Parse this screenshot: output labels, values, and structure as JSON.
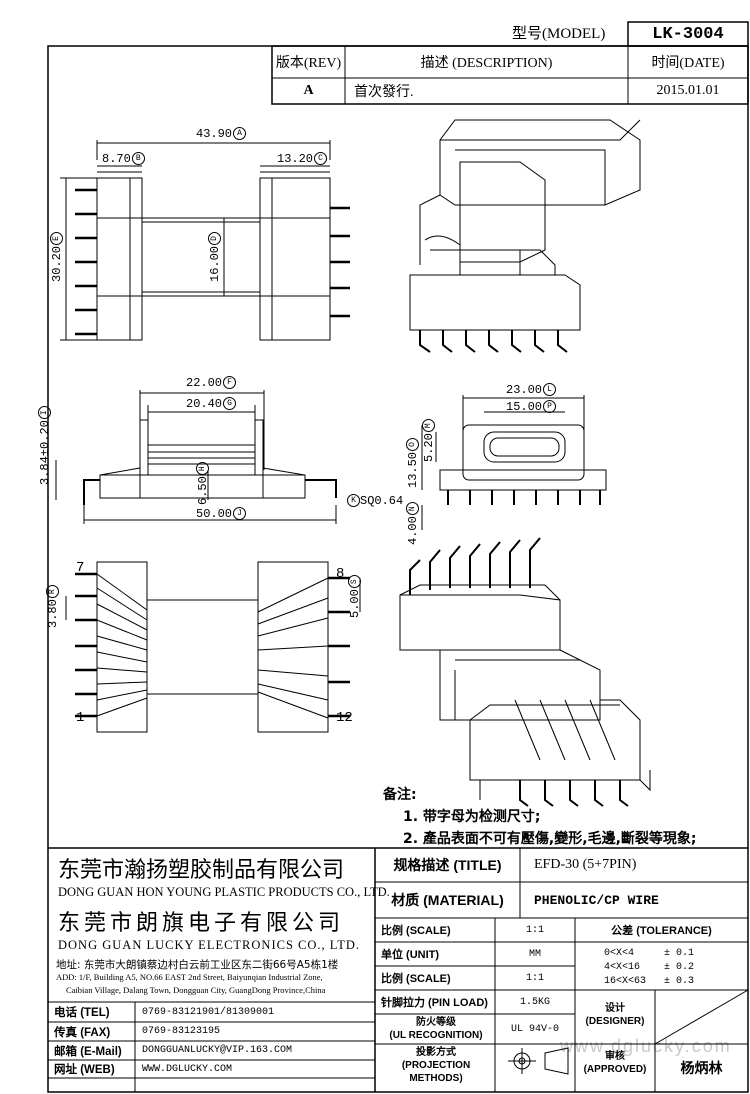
{
  "header": {
    "model_label": "型号(MODEL)",
    "model_value": "LK-3004"
  },
  "revision_table": {
    "col_rev": "版本(REV)",
    "col_desc": "描述 (DESCRIPTION)",
    "col_date": "时间(DATE)",
    "rev": "A",
    "desc": "首次發行.",
    "date": "2015.01.01"
  },
  "dimensions": {
    "top_view": {
      "width": "43.90",
      "width_tag": "A",
      "left": "8.70",
      "left_tag": "B",
      "right": "13.20",
      "right_tag": "C",
      "height": "30.20",
      "height_tag": "E",
      "inner": "16.00",
      "inner_tag": "D"
    },
    "side_view": {
      "outer": "22.00",
      "outer_tag": "F",
      "inner": "20.40",
      "inner_tag": "G",
      "height": "3.84±0.20",
      "height_tag": "I",
      "core": "6.50",
      "core_tag": "H",
      "pin": "SQ0.64",
      "pin_tag": "K",
      "total": "50.00",
      "total_tag": "J"
    },
    "end_view": {
      "outer": "23.00",
      "outer_tag": "L",
      "inner": "15.00",
      "inner_tag": "P",
      "height": "13.50",
      "height_tag": "O",
      "window": "5.20",
      "window_tag": "M",
      "pin": "4.00",
      "pin_tag": "N"
    },
    "bottom_view": {
      "pitch": "3.80",
      "pitch_tag": "R",
      "pitch2": "5.00",
      "pitch2_tag": "S",
      "pin7": "7",
      "pin8": "8",
      "pin1": "1",
      "pin12": "12"
    }
  },
  "notes": {
    "title": "备注:",
    "line1": "1. 带字母为检测尺寸;",
    "line2": "2. 產品表面不可有壓傷,變形,毛邊,斷裂等現象;"
  },
  "company": {
    "name1_cn": "东莞市瀚扬塑胶制品有限公司",
    "name1_en": "DONG GUAN HON YOUNG PLASTIC PRODUCTS CO., LTD.",
    "name2_cn": "东莞市朗旗电子有限公司",
    "name2_en": "DONG GUAN LUCKY ELECTRONICS CO., LTD.",
    "addr_cn": "地址: 东莞市大朗镇蔡边村白云前工业区东二街66号A5栋1楼",
    "addr_en1": "ADD: 1/F, Building A5, NO.66 EAST 2nd Street, Baiyunqian Industrial Zone,",
    "addr_en2": "Caibian Village, Dalang Town, Dongguan City, GuangDong Province,China"
  },
  "contact": {
    "tel_label": "电话 (TEL)",
    "tel": "0769-83121901/81309001",
    "fax_label": "传真 (FAX)",
    "fax": "0769-83123195",
    "mail_label": "邮箱 (E-Mail)",
    "mail": "DONGGUANLUCKY@VIP.163.COM",
    "web_label": "网址 (WEB)",
    "web": "WWW.DGLUCKY.COM"
  },
  "spec": {
    "title_label": "规格描述 (TITLE)",
    "title_value": "EFD-30 (5+7PIN)",
    "material_label": "材质 (MATERIAL)",
    "material_value": "PHENOLIC/CP WIRE",
    "scale_label": "比例 (SCALE)",
    "scale_value": "1:1",
    "tolerance_label": "公差 (TOLERANCE)",
    "unit_label": "单位 (UNIT)",
    "unit_value": "MM",
    "tol1": "0<X<4     ± 0.1",
    "tol2": "4<X<16    ± 0.2",
    "tol3": "16<X<63   ± 0.3",
    "scale2_label": "比例 (SCALE)",
    "scale2_value": "1:1",
    "pinload_label": "针脚拉力 (PIN LOAD)",
    "pinload_value": "1.5KG",
    "fire_label1": "防火等级",
    "fire_label2": "(UL RECOGNITION)",
    "fire_value": "UL 94V-0",
    "proj_label1": "投影方式",
    "proj_label2": "(PROJECTION METHODS)",
    "designer_label1": "设计",
    "designer_label2": "(DESIGNER)",
    "approved_label1": "审核",
    "approved_label2": "(APPROVED)",
    "approved_value": "杨炳林",
    "watermark": "www.dglucky.com"
  }
}
